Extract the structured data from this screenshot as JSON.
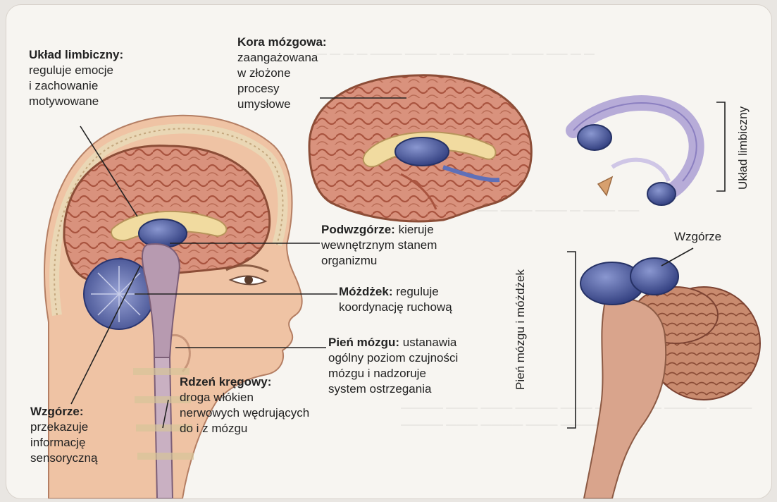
{
  "labels": {
    "limbic": {
      "title": "Układ limbiczny:",
      "lines": [
        "reguluje emocje",
        "i zachowanie",
        "motywowane"
      ]
    },
    "cortex": {
      "title": "Kora mózgowa:",
      "lines": [
        "zaangażowana",
        "w złożone",
        "procesy",
        "umysłowe"
      ]
    },
    "hypothalamus": {
      "title": "Podwzgórze:",
      "rest": " kieruje",
      "lines": [
        "wewnętrznym stanem",
        "organizmu"
      ]
    },
    "cerebellum": {
      "title": "Móżdżek:",
      "rest": " reguluje",
      "lines": [
        "koordynację ruchową"
      ]
    },
    "brainstem": {
      "title": "Pień mózgu:",
      "rest": " ustanawia",
      "lines": [
        "ogólny poziom czujności",
        "mózgu i nadzoruje",
        "system ostrzegania"
      ]
    },
    "spinal": {
      "title": "Rdzeń kręgowy:",
      "lines": [
        "droga włókien",
        "nerwowych wędrujących",
        "do i z mózgu"
      ]
    },
    "thalamus": {
      "title": "Wzgórze:",
      "lines": [
        "przekazuje",
        "informację",
        "sensoryczną"
      ]
    },
    "thalamus_small": "Wzgórze",
    "limbic_vertical": "Układ limbiczny",
    "brainstem_vertical": "Pień mózgu i móżdżek"
  },
  "colors": {
    "cortex": "#d9927d",
    "cortex_dark": "#a9543f",
    "corpus": "#f1dba0",
    "blue": "#4d5fa8",
    "blue_light": "#8a97d0",
    "skin": "#efc3a4",
    "stem": "#b79ab0",
    "limbic_lilac": "#b7acd8"
  }
}
